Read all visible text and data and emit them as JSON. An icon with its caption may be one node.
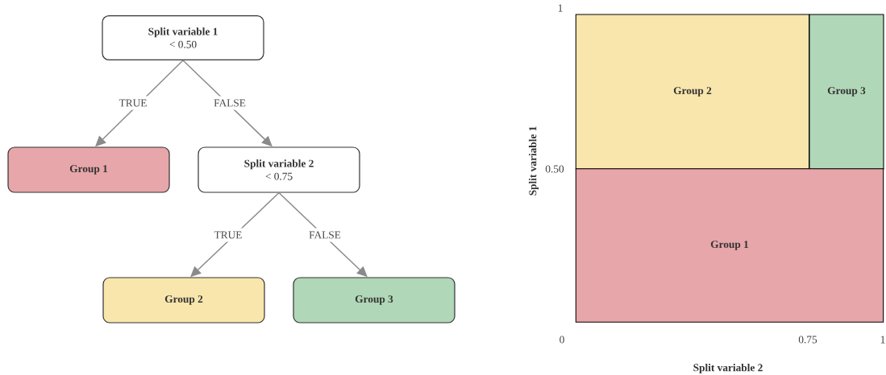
{
  "diagram": {
    "nodes": [
      {
        "text": [
          "Split variable 1",
          "< 0.50"
        ]
      },
      {
        "text": [
          "Group 1"
        ]
      },
      {
        "text": [
          "Split variable 2",
          "< 0.75"
        ]
      },
      {
        "text": [
          "Group 2"
        ]
      },
      {
        "text": [
          "Group 3"
        ]
      },
      {
        "text": [
          "Group 2"
        ]
      },
      {
        "text": [
          "Group 3"
        ]
      },
      {
        "text": [
          "Group 1"
        ]
      }
    ],
    "edges": [
      {
        "from": 0,
        "to": 1,
        "arrow": "to",
        "label": "TRUE"
      },
      {
        "from": 0,
        "to": 2,
        "arrow": "to",
        "label": "FALSE"
      },
      {
        "from": 2,
        "to": 3,
        "arrow": "to",
        "label": "TRUE"
      },
      {
        "from": 2,
        "to": 4,
        "arrow": "to",
        "label": "FALSE"
      }
    ],
    "labels": [
      "1",
      "Split variable 1",
      "0.50",
      "0",
      "0.75",
      "1",
      "Split variable 2"
    ]
  }
}
